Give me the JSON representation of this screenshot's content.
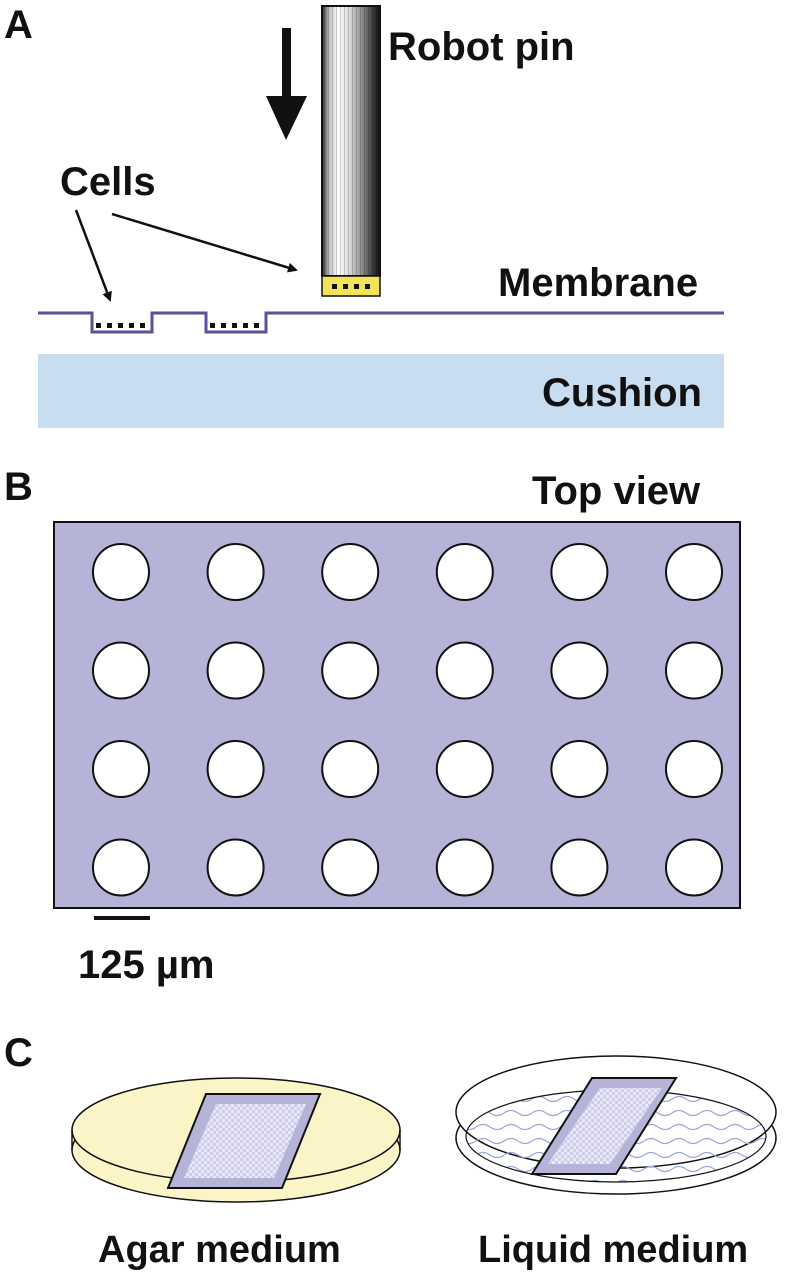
{
  "panels": {
    "a": {
      "letter": "A",
      "robot_pin_label": "Robot pin",
      "cells_label": "Cells",
      "membrane_label": "Membrane",
      "cushion_label": "Cushion"
    },
    "b": {
      "letter": "B",
      "view_label": "Top view",
      "grid": {
        "rows": 4,
        "cols": 6
      },
      "scale_bar_label": "125 µm"
    },
    "c": {
      "letter": "C",
      "left_label": "Agar medium",
      "right_label": "Liquid medium"
    }
  },
  "colors": {
    "membrane_line": "#5b4f9e",
    "cushion": "#c9ddf0",
    "membrane_top_view": "#b6b3d8",
    "pin_tip": "#f4e25a",
    "agar_plate": "#fbf4c7",
    "liquid_plate": "#ffffff",
    "liquid_wave": "#9aa6d6"
  }
}
